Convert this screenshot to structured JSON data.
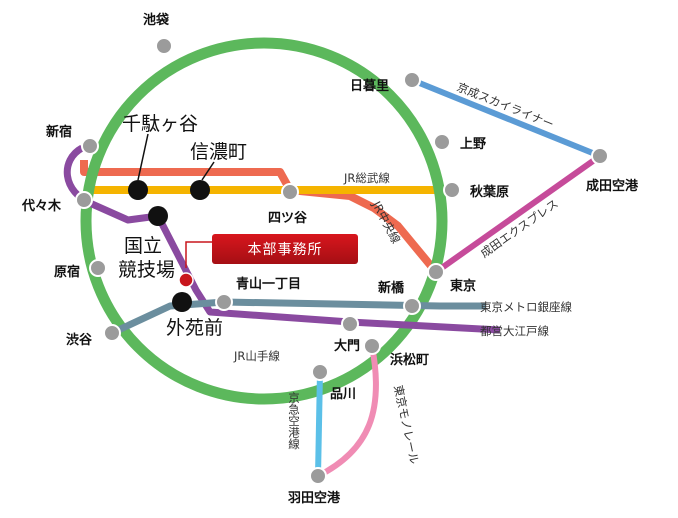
{
  "stations": {
    "ikebukuro": "池袋",
    "nippori": "日暮里",
    "ueno": "上野",
    "akihabara": "秋葉原",
    "tokyo": "東京",
    "shinbashi": "新橋",
    "hamamatsucho": "浜松町",
    "shinagawa": "品川",
    "shibuya": "渋谷",
    "harajuku": "原宿",
    "yoyogi": "代々木",
    "shinjuku": "新宿",
    "narita": "成田空港",
    "haneda": "羽田空港",
    "yotsuya": "四ツ谷",
    "aoyama_itchome": "青山一丁目",
    "daimon": "大門",
    "sendagaya": "千駄ヶ谷",
    "shinanomachi": "信濃町",
    "kokuritsu_line1": "国立",
    "kokuritsu_line2": "競技場",
    "gaienmae": "外苑前"
  },
  "lines": {
    "yamanote": "JR山手線",
    "sobu": "JR総武線",
    "chuo": "JR中央線",
    "keisei_skyliner": "京成スカイライナー",
    "narita_express": "成田エクスプレス",
    "ginza": "東京メトロ銀座線",
    "oedo": "都営大江戸線",
    "monorail": "東京モノレール",
    "keikyu": "京急空港線"
  },
  "headquarters": "本部事務所",
  "colors": {
    "yamanote": "#5cb85c",
    "sobu": "#f5b400",
    "chuo": "#ee6a50",
    "ginza": "#6b8e9e",
    "oedo": "#8a4aa0",
    "narita_express": "#c64b9a",
    "keisei": "#5b9bd5",
    "monorail": "#f08cb4",
    "keikyu": "#5bc0e8",
    "headquarters": "#c8161d"
  }
}
